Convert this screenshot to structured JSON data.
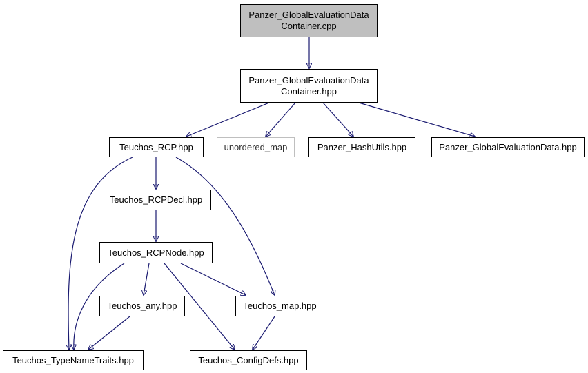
{
  "nodes": {
    "panzer_gedc_cpp": "Panzer_GlobalEvaluationData\nContainer.cpp",
    "panzer_gedc_hpp": "Panzer_GlobalEvaluationData\nContainer.hpp",
    "teuchos_rcp": "Teuchos_RCP.hpp",
    "unordered_map": "unordered_map",
    "panzer_hashutils": "Panzer_HashUtils.hpp",
    "panzer_ged": "Panzer_GlobalEvaluationData.hpp",
    "teuchos_rcpdecl": "Teuchos_RCPDecl.hpp",
    "teuchos_rcpnode": "Teuchos_RCPNode.hpp",
    "teuchos_any": "Teuchos_any.hpp",
    "teuchos_map": "Teuchos_map.hpp",
    "teuchos_typenametraits": "Teuchos_TypeNameTraits.hpp",
    "teuchos_configdefs": "Teuchos_ConfigDefs.hpp"
  },
  "colors": {
    "edge": "#191970",
    "root_fill": "#bfbfbf",
    "external_border": "#bfbfbf"
  }
}
